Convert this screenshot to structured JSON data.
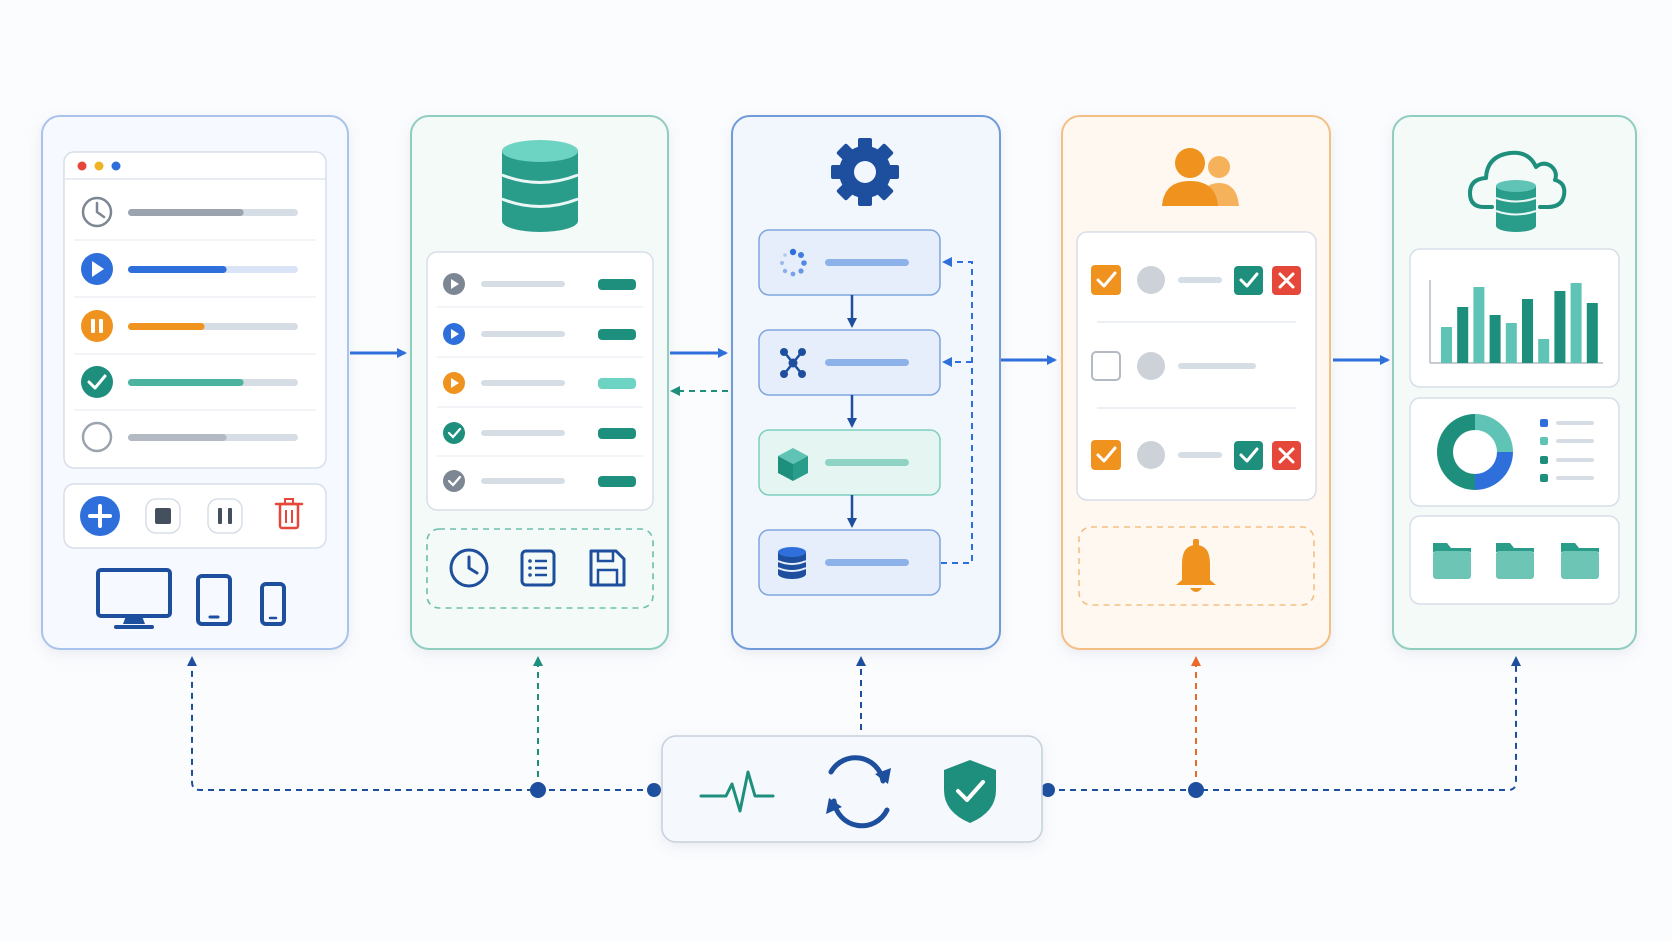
{
  "colors": {
    "blue": "#2f6fdb",
    "navy": "#1d4f9e",
    "teal": "#1e8f7c",
    "teal_light": "#5fc4b5",
    "orange": "#f0921e",
    "red": "#e5483a",
    "gray": "#9aa3ae",
    "bar_gray": "#d7dde5"
  },
  "panels": [
    {
      "id": "client",
      "icons": [
        "browser-window-icon",
        "clock-icon",
        "play-icon",
        "pause-icon",
        "check-circle-icon",
        "empty-circle-icon",
        "add-icon",
        "stop-icon",
        "pause-icon",
        "trash-icon",
        "monitor-icon",
        "tablet-icon",
        "phone-icon"
      ]
    },
    {
      "id": "storage",
      "icons": [
        "database-icon",
        "clock-icon",
        "list-icon",
        "save-icon"
      ]
    },
    {
      "id": "processing",
      "icons": [
        "gear-icon",
        "spinner-icon",
        "network-icon",
        "cube-icon",
        "database-icon"
      ]
    },
    {
      "id": "review",
      "icons": [
        "users-icon",
        "checkbox-icon",
        "approve-icon",
        "reject-icon",
        "bell-icon"
      ]
    },
    {
      "id": "analytics",
      "icons": [
        "cloud-database-icon",
        "bar-chart-icon",
        "donut-chart-icon",
        "folder-icon"
      ]
    }
  ],
  "client_progress": [
    0.68,
    0.58,
    0.45,
    0.68,
    0.58
  ],
  "client_status": [
    "pending",
    "running",
    "paused",
    "done",
    "idle"
  ],
  "storage_status": [
    "pending",
    "running",
    "paused",
    "done",
    "idle"
  ],
  "review_rows": [
    {
      "checked": true,
      "decision": true
    },
    {
      "checked": false,
      "decision": false
    },
    {
      "checked": true,
      "decision": true
    }
  ],
  "analytics_bars": [
    0.45,
    0.7,
    0.95,
    0.6,
    0.5,
    0.8,
    0.3,
    0.9,
    1.0,
    0.75
  ],
  "donut": [
    0.25,
    0.25,
    0.5
  ],
  "monitor_bar": {
    "icons": [
      "pulse-icon",
      "sync-icon",
      "shield-check-icon"
    ]
  }
}
